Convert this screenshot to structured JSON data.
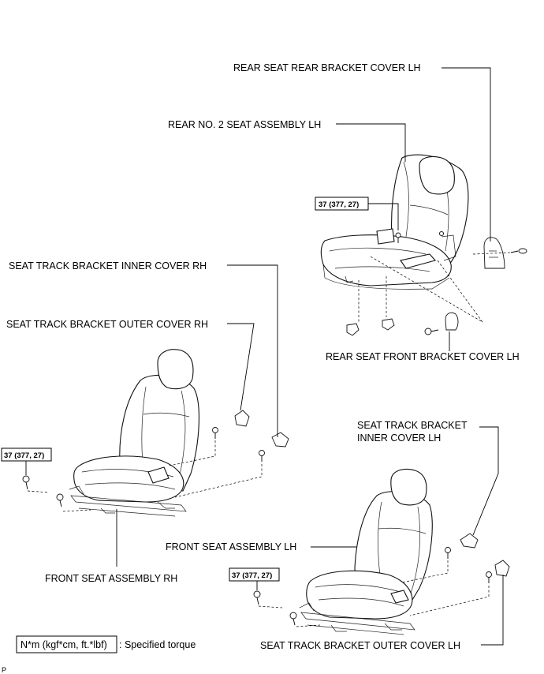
{
  "labels": {
    "rear_seat_rear_bracket_cover_lh": "REAR SEAT REAR BRACKET COVER LH",
    "rear_no2_seat_assembly_lh": "REAR NO. 2 SEAT ASSEMBLY LH",
    "seat_track_bracket_inner_cover_rh": "SEAT TRACK BRACKET INNER COVER RH",
    "seat_track_bracket_outer_cover_rh": "SEAT TRACK BRACKET OUTER COVER RH",
    "rear_seat_front_bracket_cover_lh": "REAR SEAT FRONT BRACKET COVER LH",
    "seat_track_bracket_inner_cover_lh_line1": "SEAT TRACK BRACKET",
    "seat_track_bracket_inner_cover_lh_line2": "INNER COVER LH",
    "front_seat_assembly_lh": "FRONT SEAT ASSEMBLY LH",
    "front_seat_assembly_rh": "FRONT SEAT ASSEMBLY RH",
    "seat_track_bracket_outer_cover_lh": "SEAT TRACK BRACKET OUTER COVER LH"
  },
  "torque": {
    "rear": "37 (377, 27)",
    "front_rh": "37 (377, 27)",
    "front_lh": "37 (377, 27)"
  },
  "legend": {
    "unit_box": "N*m (kgf*cm, ft.*lbf)",
    "description": ": Specified torque"
  },
  "code": "P"
}
